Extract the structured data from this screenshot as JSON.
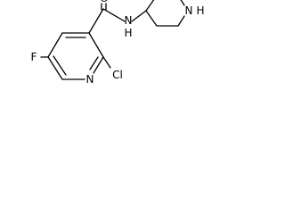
{
  "molecule": {
    "atoms": {
      "F": "F",
      "O": "O",
      "N_amide": "N",
      "H_amide": "H",
      "N_pyridine": "N",
      "Cl": "Cl",
      "N_piperidine": "N",
      "H_piperidine": "H"
    }
  },
  "colors": {
    "bond": "#000000",
    "text": "#000000",
    "background": "#ffffff"
  }
}
